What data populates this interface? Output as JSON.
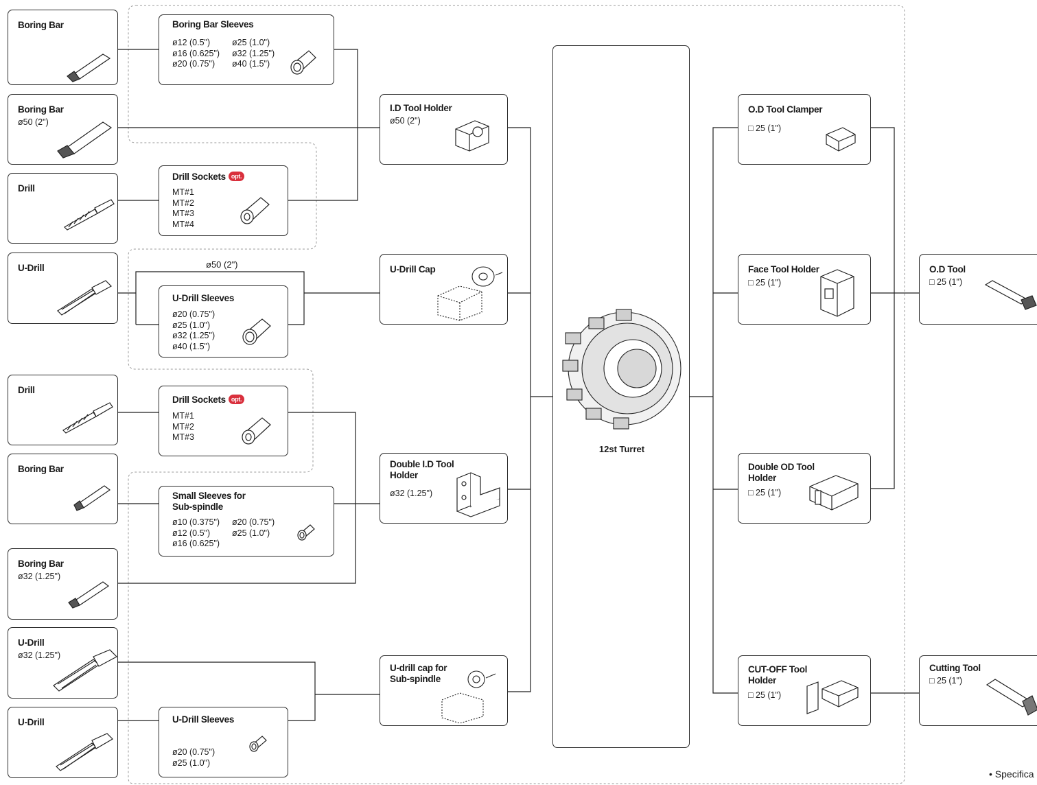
{
  "turret": {
    "label": "12st Turret"
  },
  "left_tools": [
    {
      "title": "Boring Bar",
      "sub": ""
    },
    {
      "title": "Boring Bar",
      "sub": "ø50 (2\")"
    },
    {
      "title": "Drill",
      "sub": ""
    },
    {
      "title": "U-Drill",
      "sub": ""
    },
    {
      "title": "Drill",
      "sub": ""
    },
    {
      "title": "Boring Bar",
      "sub": ""
    },
    {
      "title": "Boring Bar",
      "sub": "ø32 (1.25\")"
    },
    {
      "title": "U-Drill",
      "sub": "ø32 (1.25\")"
    },
    {
      "title": "U-Drill",
      "sub": ""
    }
  ],
  "sleeves": {
    "boring_bar_sleeves": {
      "title": "Boring Bar Sleeves",
      "col1": [
        "ø12 (0.5\")",
        "ø16 (0.625\")",
        "ø20 (0.75\")"
      ],
      "col2": [
        "ø25 (1.0\")",
        "ø32 (1.25\")",
        "ø40 (1.5\")"
      ]
    },
    "drill_sockets_1": {
      "title": "Drill Sockets",
      "badge": "opt.",
      "items": [
        "MT#1",
        "MT#2",
        "MT#3",
        "MT#4"
      ]
    },
    "u_drill_sleeves_1": {
      "title": "U-Drill Sleeves",
      "items": [
        "ø20 (0.75\")",
        "ø25 (1.0\")",
        "ø32 (1.25\")",
        "ø40 (1.5\")"
      ],
      "bypass_label": "ø50 (2\")"
    },
    "drill_sockets_2": {
      "title": "Drill Sockets",
      "badge": "opt.",
      "items": [
        "MT#1",
        "MT#2",
        "MT#3"
      ]
    },
    "small_sleeves": {
      "title": "Small Sleeves for Sub-spindle",
      "col1": [
        "ø10 (0.375\")",
        "ø12 (0.5\")",
        "ø16 (0.625\")"
      ],
      "col2": [
        "ø20 (0.75\")",
        "ø25 (1.0\")"
      ]
    },
    "u_drill_sleeves_2": {
      "title": "U-Drill Sleeves",
      "items": [
        "ø20 (0.75\")",
        "ø25 (1.0\")"
      ]
    }
  },
  "holders_left": [
    {
      "title": "I.D Tool Holder",
      "sub": "ø50 (2\")"
    },
    {
      "title": "U-Drill Cap",
      "sub": ""
    },
    {
      "title": "Double I.D Tool Holder",
      "sub": "ø32 (1.25\")"
    },
    {
      "title": "U-drill cap for Sub-spindle",
      "sub": ""
    }
  ],
  "holders_right": [
    {
      "title": "O.D Tool Clamper",
      "sub": "□ 25 (1\")"
    },
    {
      "title": "Face Tool Holder",
      "sub": "□ 25 (1\")"
    },
    {
      "title": "Double OD Tool Holder",
      "sub": "□ 25 (1\")"
    },
    {
      "title": "CUT-OFF Tool Holder",
      "sub": "□ 25 (1\")"
    }
  ],
  "right_tools": [
    {
      "title": "O.D Tool",
      "sub": "□ 25 (1\")"
    },
    {
      "title": "Cutting Tool",
      "sub": "□ 25 (1\")"
    }
  ],
  "footnote": "• Specifica"
}
